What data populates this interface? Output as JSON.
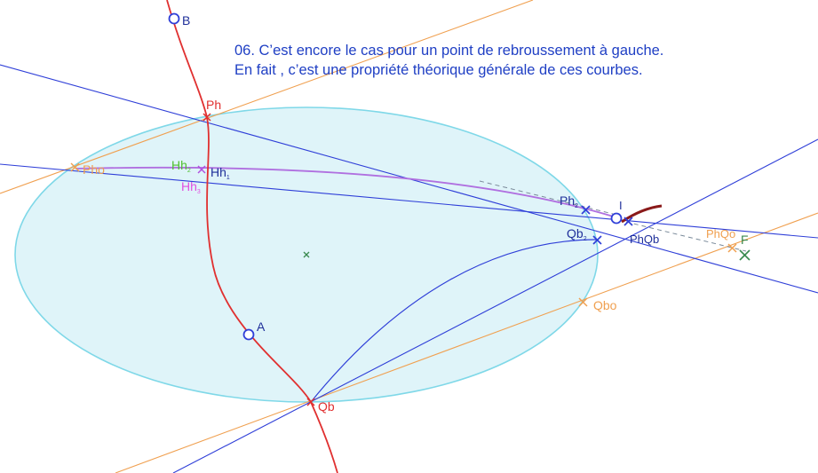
{
  "caption": {
    "line1": "06. C’est encore le cas pour un point de rebroussement à gauche.",
    "line2": "En fait , c’est une propriété théorique générale de ces courbes."
  },
  "labels": {
    "B": "B",
    "Ph": "Ph",
    "Pho": "Pho",
    "Hh2": "Hh",
    "Hh2_sub": "2",
    "Hh1": "Hh",
    "Hh1_sub": "1",
    "Hh3": "Hh",
    "Hh3_sub": "3",
    "A": "A",
    "Qb": "Qb",
    "Qbo": "Qbo",
    "Ph2": "Ph",
    "Ph2_sub": "2",
    "Qb2": "Qb",
    "Qb2_sub": "2",
    "I": "I",
    "PhQb": "PhQb",
    "PhQo": "PhQo",
    "F": "F"
  },
  "colors": {
    "ellipse_fill": "#dff4f9",
    "ellipse_stroke": "#7fd8e8",
    "blue": "#2f3fd8",
    "red": "#e03030",
    "orange": "#f0a050",
    "purple": "#b070e0",
    "green": "#3a8a50",
    "magenta": "#e050e0",
    "lime": "#50c030",
    "darkred": "#8a1a1a",
    "text_blue": "#1f3fc4"
  }
}
